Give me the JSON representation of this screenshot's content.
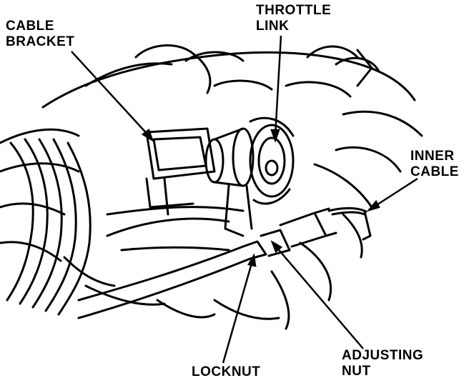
{
  "labels": {
    "cable_bracket": [
      "CABLE",
      "BRACKET"
    ],
    "throttle_link": [
      "THROTTLE",
      "LINK"
    ],
    "inner_cable": [
      "INNER",
      "CABLE"
    ],
    "locknut": "LOCKNUT",
    "adjusting_nut": [
      "ADJUSTING",
      "NUT"
    ]
  },
  "colors": {
    "ink": "#000000",
    "paper": "#ffffff"
  }
}
